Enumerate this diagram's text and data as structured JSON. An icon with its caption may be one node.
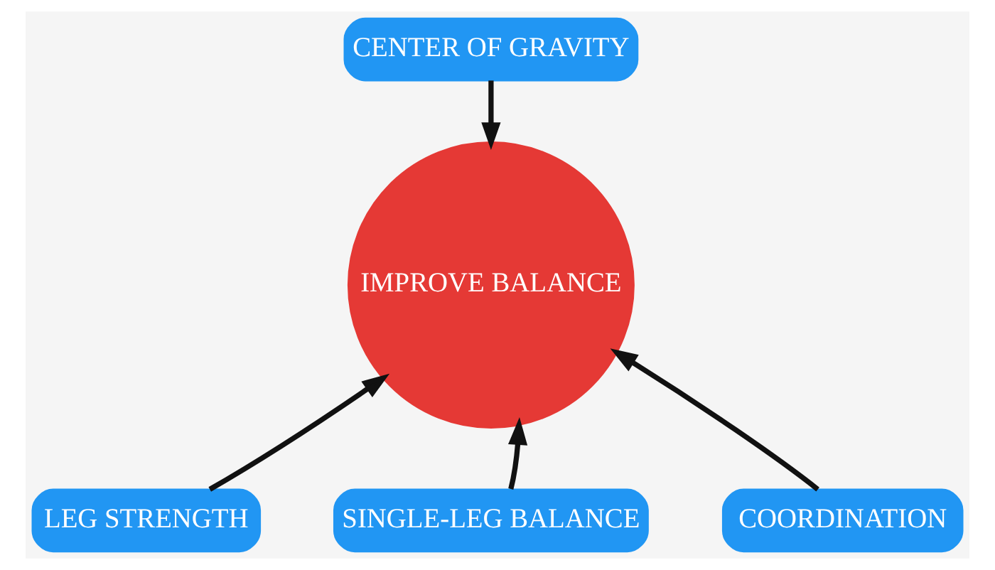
{
  "diagram": {
    "nodes": [
      {
        "text": [
          "CENTER OF GRAVITY"
        ]
      },
      {
        "text": [
          "IMPROVE BALANCE"
        ]
      },
      {
        "text": [
          "LEG STRENGTH"
        ]
      },
      {
        "text": [
          "SINGLE-LEG BALANCE"
        ]
      },
      {
        "text": [
          "COORDINATION"
        ]
      }
    ],
    "edges": [
      {
        "from": 0,
        "to": 1,
        "arrow": "to"
      },
      {
        "from": 2,
        "to": 1,
        "arrow": "to"
      },
      {
        "from": 3,
        "to": 1,
        "arrow": "to"
      },
      {
        "from": 4,
        "to": 1,
        "arrow": "to"
      }
    ]
  }
}
